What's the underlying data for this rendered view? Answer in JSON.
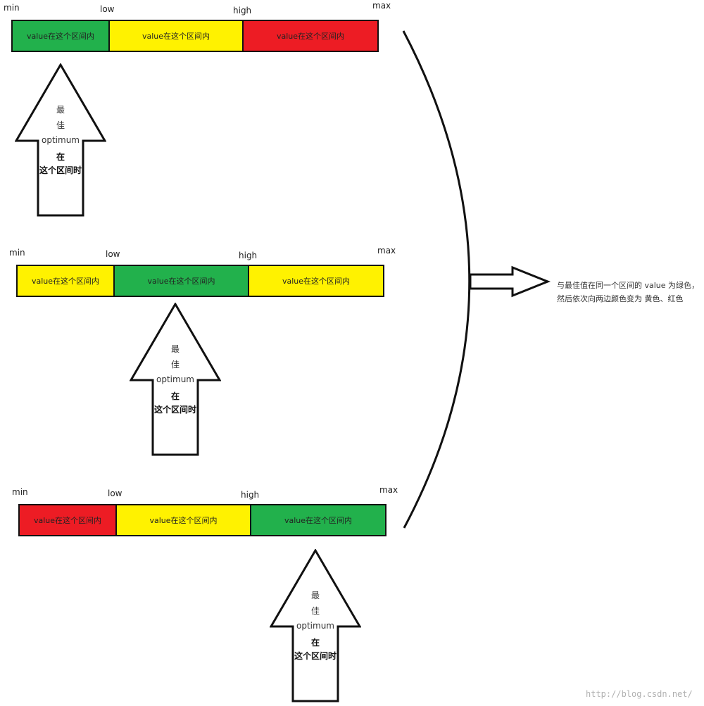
{
  "colors": {
    "green": "#22b14c",
    "yellow": "#fff200",
    "red": "#ed1c24",
    "outline": "#111111"
  },
  "labels": {
    "min": "min",
    "low": "low",
    "high": "high",
    "max": "max"
  },
  "segment_text": "value在这个区间内",
  "arrow": {
    "line1": "最",
    "line2": "佳",
    "line3": "optimum",
    "line4": "在",
    "line5": "这个区间时"
  },
  "note": {
    "line1": "与最佳值在同一个区间的 value 为绿色，",
    "line2": "然后依次向两边颜色变为 黄色、红色"
  },
  "watermark": "http://blog.csdn.net/"
}
